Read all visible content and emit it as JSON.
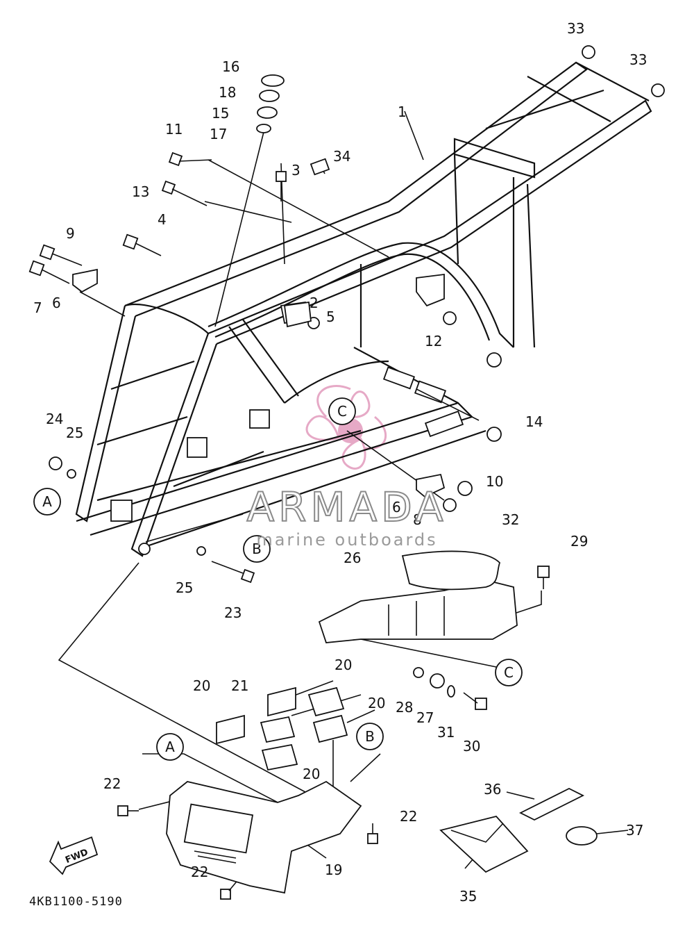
{
  "diagram": {
    "part_code": "4KB1100-5190",
    "fwd_label": "FWD",
    "callout_labels": [
      "1",
      "2",
      "3",
      "4",
      "5",
      "6",
      "7",
      "8",
      "9",
      "10",
      "11",
      "12",
      "13",
      "14",
      "15",
      "16",
      "17",
      "18",
      "19",
      "20",
      "21",
      "22",
      "23",
      "24",
      "25",
      "26",
      "27",
      "28",
      "29",
      "30",
      "31",
      "32",
      "33",
      "34",
      "35",
      "36",
      "37"
    ],
    "reference_markers": [
      "A",
      "B",
      "C"
    ]
  },
  "watermark": {
    "brand": "ARMADA",
    "tagline": "marine outboards",
    "logo_color": "#e6a9c6"
  }
}
